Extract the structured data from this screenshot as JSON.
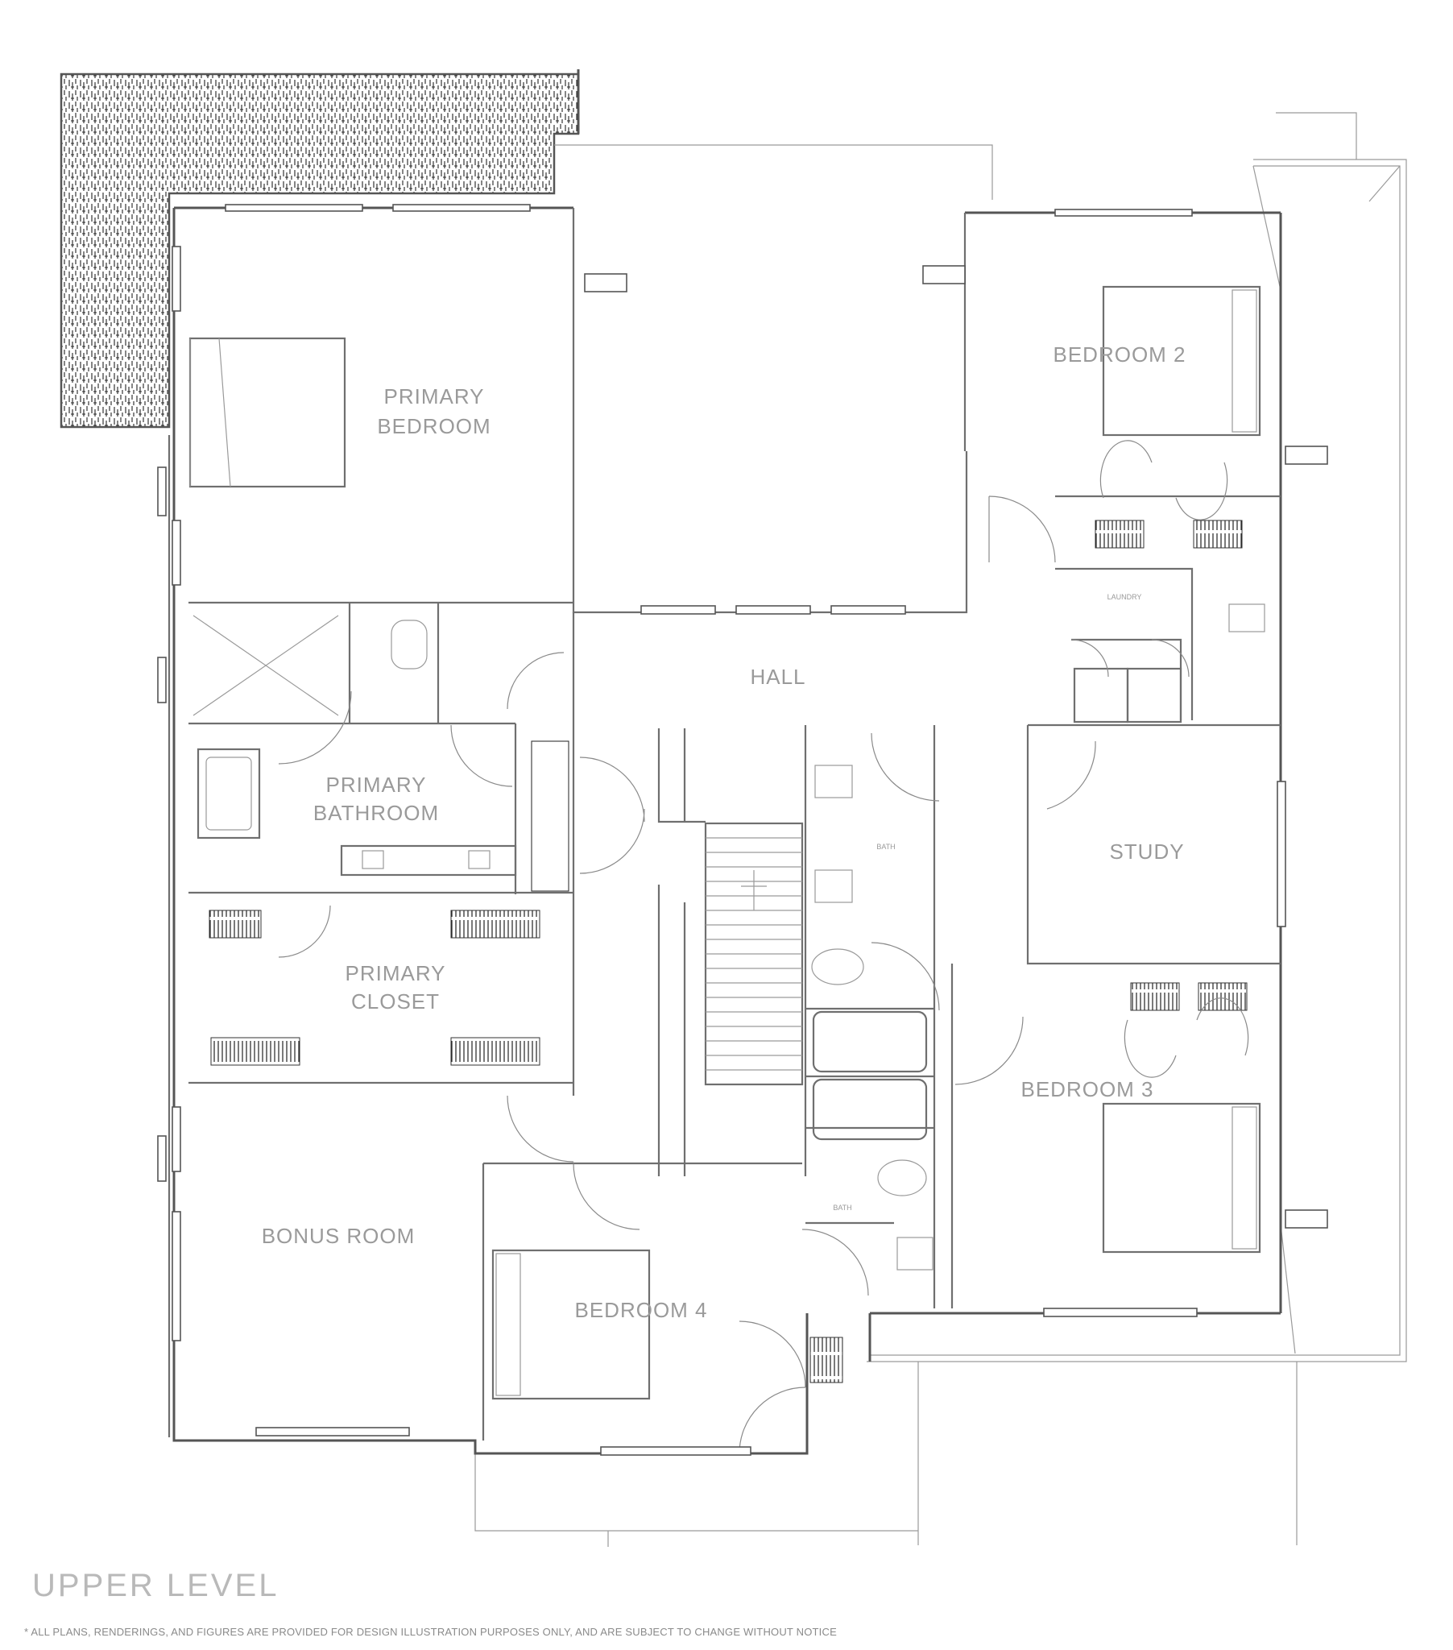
{
  "plan": {
    "level_title": "UPPER LEVEL",
    "disclaimer": "* ALL PLANS, RENDERINGS, AND FIGURES ARE PROVIDED FOR DESIGN ILLUSTRATION PURPOSES ONLY, AND ARE SUBJECT TO CHANGE WITHOUT NOTICE",
    "rooms": {
      "primary_bedroom_1": "PRIMARY",
      "primary_bedroom_2": "BEDROOM",
      "bedroom_2": "BEDROOM 2",
      "hall": "HALL",
      "primary_bathroom_1": "PRIMARY",
      "primary_bathroom_2": "BATHROOM",
      "study": "STUDY",
      "primary_closet_1": "PRIMARY",
      "primary_closet_2": "CLOSET",
      "bedroom_3": "BEDROOM 3",
      "bonus_room": "BONUS ROOM",
      "bedroom_4": "BEDROOM 4"
    },
    "small_labels": {
      "laundry": "LAUNDRY",
      "bath_upper": "BATH",
      "bath_lower": "BATH"
    }
  }
}
